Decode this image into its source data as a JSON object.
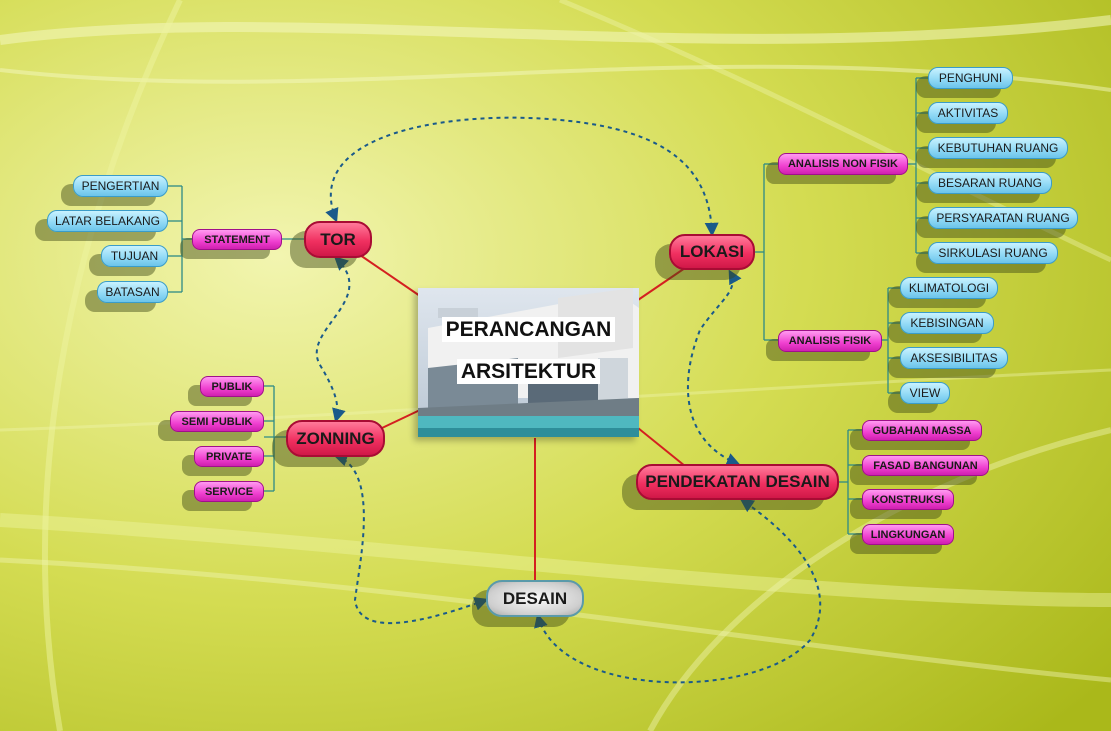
{
  "center": {
    "line1": "PERANCANGAN",
    "line2": "ARSITEKTUR"
  },
  "branches": {
    "tor": "TOR",
    "lokasi": "LOKASI",
    "zonning": "ZONNING",
    "pendekatan": "PENDEKATAN DESAIN",
    "desain": "DESAIN"
  },
  "statement": {
    "label": "STATEMENT",
    "items": [
      "PENGERTIAN",
      "LATAR BELAKANG",
      "TUJUAN",
      "BATASAN"
    ]
  },
  "analisis_non_fisik": {
    "label": "ANALISIS NON FISIK",
    "items": [
      "PENGHUNI",
      "AKTIVITAS",
      "KEBUTUHAN RUANG",
      "BESARAN RUANG",
      "PERSYARATAN RUANG",
      "SIRKULASI RUANG"
    ]
  },
  "analisis_fisik": {
    "label": "ANALISIS FISIK",
    "items": [
      "KLIMATOLOGI",
      "KEBISINGAN",
      "AKSESIBILITAS",
      "VIEW"
    ]
  },
  "zonning_items": [
    "PUBLIK",
    "SEMI PUBLIK",
    "PRIVATE",
    "SERVICE"
  ],
  "pendekatan_items": [
    "GUBAHAN MASSA",
    "FASAD BANGUNAN",
    "KONSTRUKSI",
    "LINGKUNGAN"
  ],
  "colors": {
    "background": "#c9d43c",
    "main_node": "#f03060",
    "sub_node": "#f040d0",
    "leaf_node": "#8fd8f5",
    "connector": "#d42020",
    "tree_line": "#2e8a86",
    "dashed_arrow": "#1a5a8a"
  }
}
